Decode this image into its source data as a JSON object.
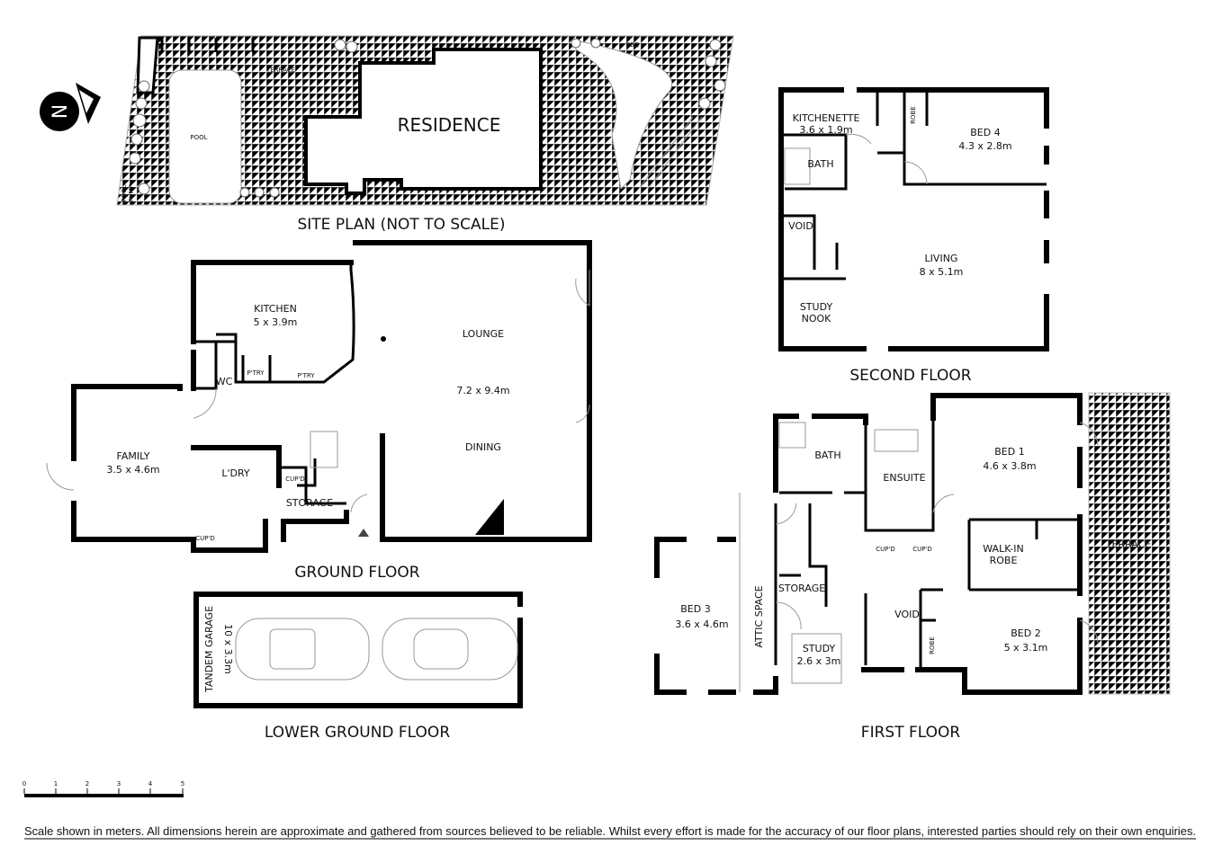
{
  "site_plan": {
    "title": "SITE PLAN (NOT TO SCALE)",
    "residence": "RESIDENCE",
    "terrace": "TERRACE",
    "pool": "POOL",
    "pool_pump": [
      "POOL",
      "PUMP"
    ],
    "bbq": "BBQ",
    "north": "N"
  },
  "ground_floor": {
    "title": "GROUND FLOOR",
    "rooms": {
      "kitchen": {
        "name": "KITCHEN",
        "size": "5 x 3.9m"
      },
      "lounge": {
        "name": "LOUNGE"
      },
      "lounge_dining_size": "7.2 x 9.4m",
      "dining": {
        "name": "DINING"
      },
      "family": {
        "name": "FAMILY",
        "size": "3.5 x 4.6m"
      },
      "laundry": {
        "name": "L'DRY"
      },
      "storage": {
        "name": "STORAGE"
      },
      "wc": {
        "name": "WC"
      },
      "pantry1": {
        "name": "P'TRY"
      },
      "pantry2": {
        "name": "P'TRY"
      },
      "cupd1": {
        "name": "CUP'D"
      },
      "cupd2": {
        "name": "CUP'D"
      }
    }
  },
  "lower_ground_floor": {
    "title": "LOWER GROUND FLOOR",
    "garage": {
      "name": "TANDEM GARAGE",
      "size": "10 x 3.3m"
    }
  },
  "second_floor": {
    "title": "SECOND FLOOR",
    "rooms": {
      "kitchenette": {
        "name": "KITCHENETTE",
        "size": "3.6 x 1.9m"
      },
      "bed4": {
        "name": "BED 4",
        "size": "4.3 x 2.8m"
      },
      "robe": {
        "name": "ROBE"
      },
      "bath": {
        "name": "BATH"
      },
      "void": {
        "name": "VOID"
      },
      "living": {
        "name": "LIVING",
        "size": "8 x 5.1m"
      },
      "study_nook": {
        "name": [
          "STUDY",
          "NOOK"
        ]
      }
    }
  },
  "first_floor": {
    "title": "FIRST FLOOR",
    "rooms": {
      "bath": {
        "name": "BATH"
      },
      "ensuite": {
        "name": "ENSUITE"
      },
      "bed1": {
        "name": "BED 1",
        "size": "4.6 x 3.8m"
      },
      "walkin": {
        "name": [
          "WALK-IN",
          "ROBE"
        ]
      },
      "terrace": {
        "name": "TERRACE"
      },
      "cupd1": {
        "name": "CUP'D"
      },
      "cupd2": {
        "name": "CUP'D"
      },
      "storage": {
        "name": "STORAGE"
      },
      "attic": {
        "name": "ATTIC SPACE"
      },
      "bed3": {
        "name": "BED 3",
        "size": "3.6 x 4.6m"
      },
      "void": {
        "name": "VOID"
      },
      "robe": {
        "name": "ROBE"
      },
      "study": {
        "name": "STUDY",
        "size": "2.6 x 3m"
      },
      "bed2": {
        "name": "BED 2",
        "size": "5 x 3.1m"
      }
    }
  },
  "scale": {
    "ticks": [
      "0",
      "1",
      "2",
      "3",
      "4",
      "5"
    ],
    "unit": "meters"
  },
  "disclaimer": "Scale shown in meters. All dimensions herein are approximate and gathered from sources believed to be  reliable. Whilst every effort is made for the accuracy of our floor plans, interested parties should rely on their own enquiries."
}
